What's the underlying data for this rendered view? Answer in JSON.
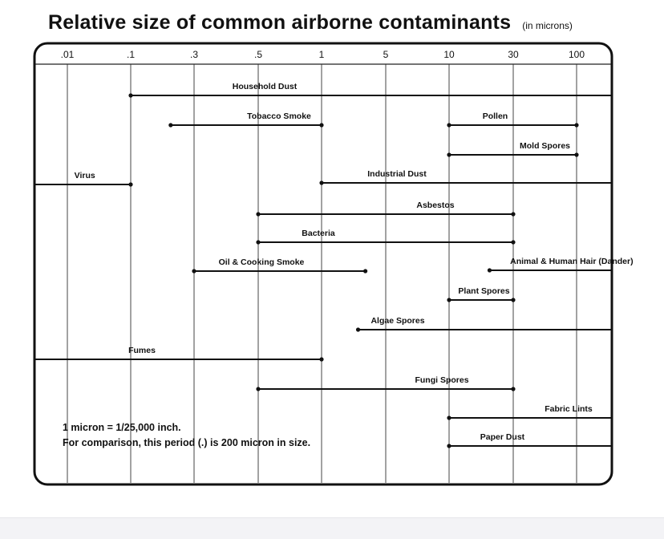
{
  "chart_data": {
    "type": "range-bar",
    "title": "Relative size of common airborne contaminants",
    "unit_note": "(in microns)",
    "x_scale": "log",
    "x_ticks": [
      {
        "value": 0.01,
        "label": ".01"
      },
      {
        "value": 0.1,
        "label": ".1"
      },
      {
        "value": 0.3,
        "label": ".3"
      },
      {
        "value": 0.5,
        "label": ".5"
      },
      {
        "value": 1,
        "label": "1"
      },
      {
        "value": 5,
        "label": "5"
      },
      {
        "value": 10,
        "label": "10"
      },
      {
        "value": 30,
        "label": "30"
      },
      {
        "value": 100,
        "label": "100"
      }
    ],
    "series": [
      {
        "name": "Household Dust",
        "start": 0.1,
        "end": 120,
        "open_end": true
      },
      {
        "name": "Tobacco Smoke",
        "start": 0.2,
        "end": 1
      },
      {
        "name": "Pollen",
        "start": 10,
        "end": 100
      },
      {
        "name": "Mold Spores",
        "start": 10,
        "end": 100
      },
      {
        "name": "Virus",
        "start": 0.005,
        "end": 0.1,
        "open_start": true
      },
      {
        "name": "Industrial Dust",
        "start": 1,
        "end": 120,
        "open_end": true
      },
      {
        "name": "Asbestos",
        "start": 0.5,
        "end": 30
      },
      {
        "name": "Bacteria",
        "start": 0.5,
        "end": 30
      },
      {
        "name": "Oil & Cooking Smoke",
        "start": 0.3,
        "end": 3
      },
      {
        "name": "Animal & Human Hair (Dander)",
        "start": 20,
        "end": 120,
        "open_end": true
      },
      {
        "name": "Plant Spores",
        "start": 10,
        "end": 30
      },
      {
        "name": "Algae Spores",
        "start": 2.5,
        "end": 120,
        "open_end": true
      },
      {
        "name": "Fumes",
        "start": 0.005,
        "end": 1,
        "open_start": true
      },
      {
        "name": "Fungi Spores",
        "start": 0.5,
        "end": 30
      },
      {
        "name": "Fabric Lints",
        "start": 10,
        "end": 120,
        "open_end": true
      },
      {
        "name": "Paper Dust",
        "start": 10,
        "end": 120,
        "open_end": true
      }
    ],
    "notes": [
      "1 micron = 1/25,000 inch.",
      "For comparison, this period (.) is 200 micron in size."
    ]
  }
}
